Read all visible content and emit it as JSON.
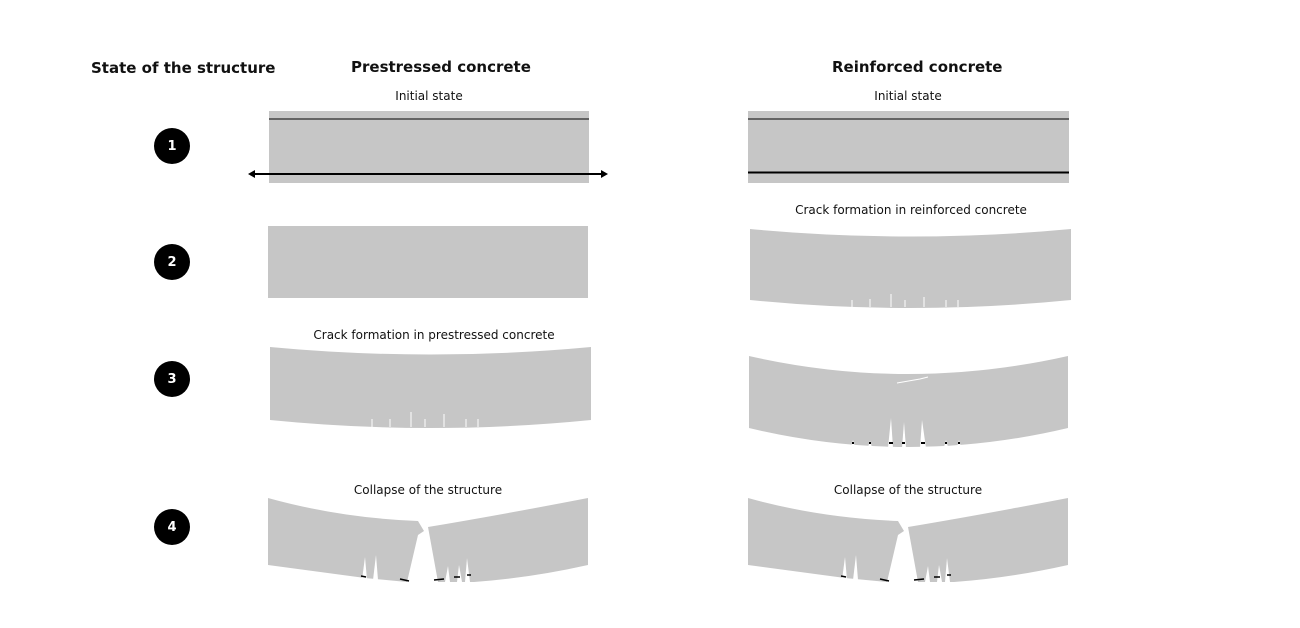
{
  "headers": {
    "state": "State of the structure",
    "prestressed": "Prestressed concrete",
    "reinforced": "Reinforced concrete"
  },
  "states": [
    {
      "number": "1"
    },
    {
      "number": "2"
    },
    {
      "number": "3"
    },
    {
      "number": "4"
    }
  ],
  "captions": {
    "prestressed_initial": "Initial state",
    "reinforced_initial": "Initial state",
    "reinforced_crack": "Crack formation in reinforced concrete",
    "prestressed_crack": "Crack formation in prestressed concrete",
    "prestressed_collapse": "Collapse of the structure",
    "reinforced_collapse": "Collapse of the structure"
  },
  "colors": {
    "concrete": "#c6c6c6",
    "steel": "#000000",
    "crack": "#ffffff"
  }
}
